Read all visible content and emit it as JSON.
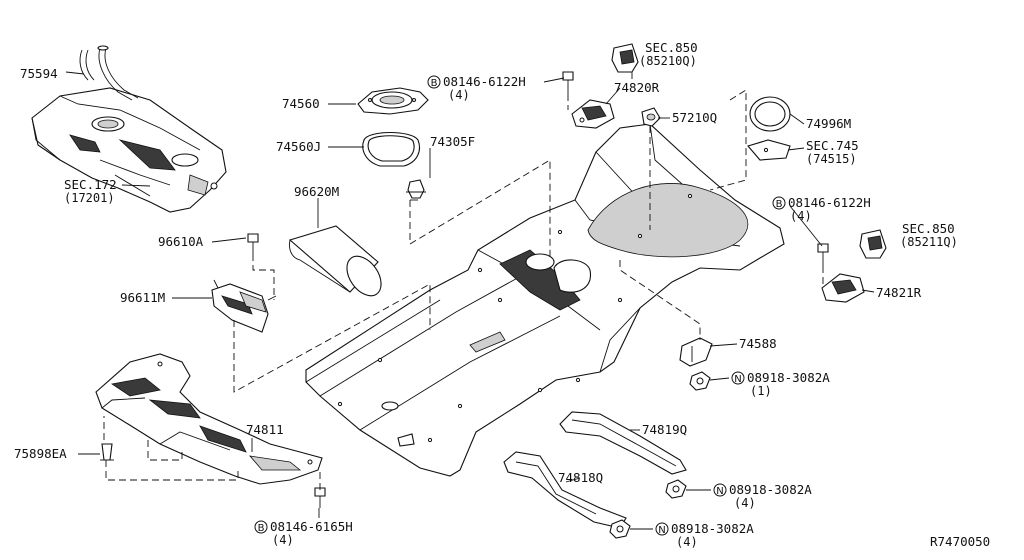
{
  "diagram_id": "R7470050",
  "labels": {
    "l75594": "75594",
    "lsec172": "SEC.172",
    "lsec172b": "(17201)",
    "l74560": "74560",
    "l74560j": "74560J",
    "l74305f": "74305F",
    "l96620m": "96620M",
    "l96610a": "96610A",
    "l96611m": "96611M",
    "l75898ea": "75898EA",
    "l74811": "74811",
    "lbolt1_sym": "B",
    "lbolt1": "08146-6122H",
    "lbolt1_qty": "(4)",
    "lbolt2_sym": "B",
    "lbolt2": "08146-6122H",
    "lbolt2_qty": "(4)",
    "lbolt3_sym": "B",
    "lbolt3": "08146-6165H",
    "lbolt3_qty": "(4)",
    "lsec850a": "SEC.850",
    "lsec850ab": "(85210Q)",
    "l74820r": "74820R",
    "l57210q": "57210Q",
    "l74996m": "74996M",
    "lsec745": "SEC.745",
    "lsec745b": "(74515)",
    "lsec850b": "SEC.850",
    "lsec850bb": "(85211Q)",
    "l74821r": "74821R",
    "l74588": "74588",
    "lnut1_sym": "N",
    "lnut1": "08918-3082A",
    "lnut1_qty": "(1)",
    "l74819q": "74819Q",
    "lnut2_sym": "N",
    "lnut2": "08918-3082A",
    "lnut2_qty": "(4)",
    "l74818q": "74818Q",
    "lnut3_sym": "N",
    "lnut3": "08918-3082A",
    "lnut3_qty": "(4)"
  }
}
